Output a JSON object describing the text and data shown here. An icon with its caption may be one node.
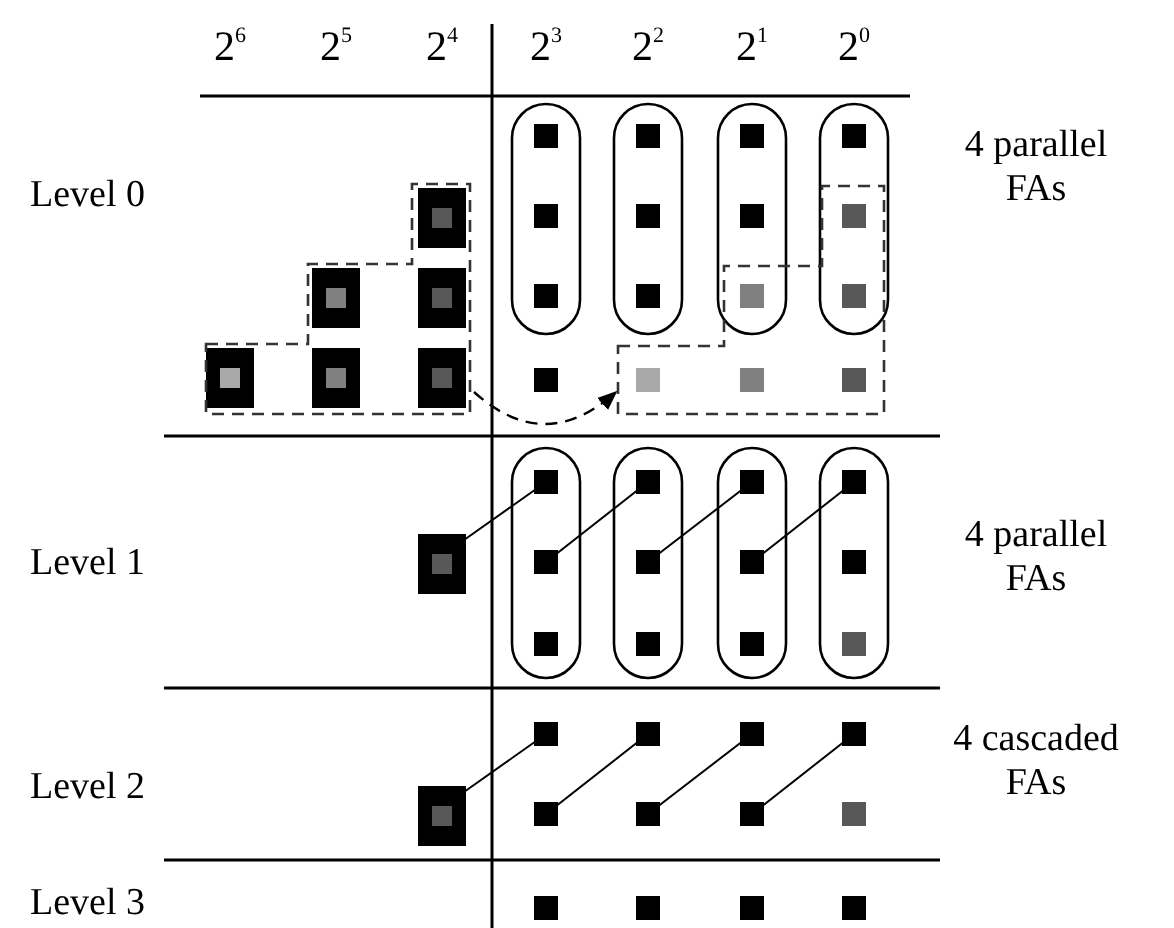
{
  "diagram": {
    "nodes": [
      {
        "text": [],
        "shape": "box"
      },
      {
        "text": [],
        "shape": "box"
      }
    ],
    "edges": [
      {
        "from": 0,
        "to": 1,
        "arrow": "to",
        "style": "dashed"
      }
    ],
    "labels": [
      "2$^{6}$",
      "2$^{5}$",
      "2$^{4}$",
      "2$^{3}$",
      "2$^{2}$",
      "2$^{1}$",
      "2$^{0}$",
      "Level 0",
      "4 parallel FAs",
      "Level 1",
      "4 parallel FAs",
      "Level 2",
      "4 cascaded FAs",
      "Level 3"
    ]
  }
}
